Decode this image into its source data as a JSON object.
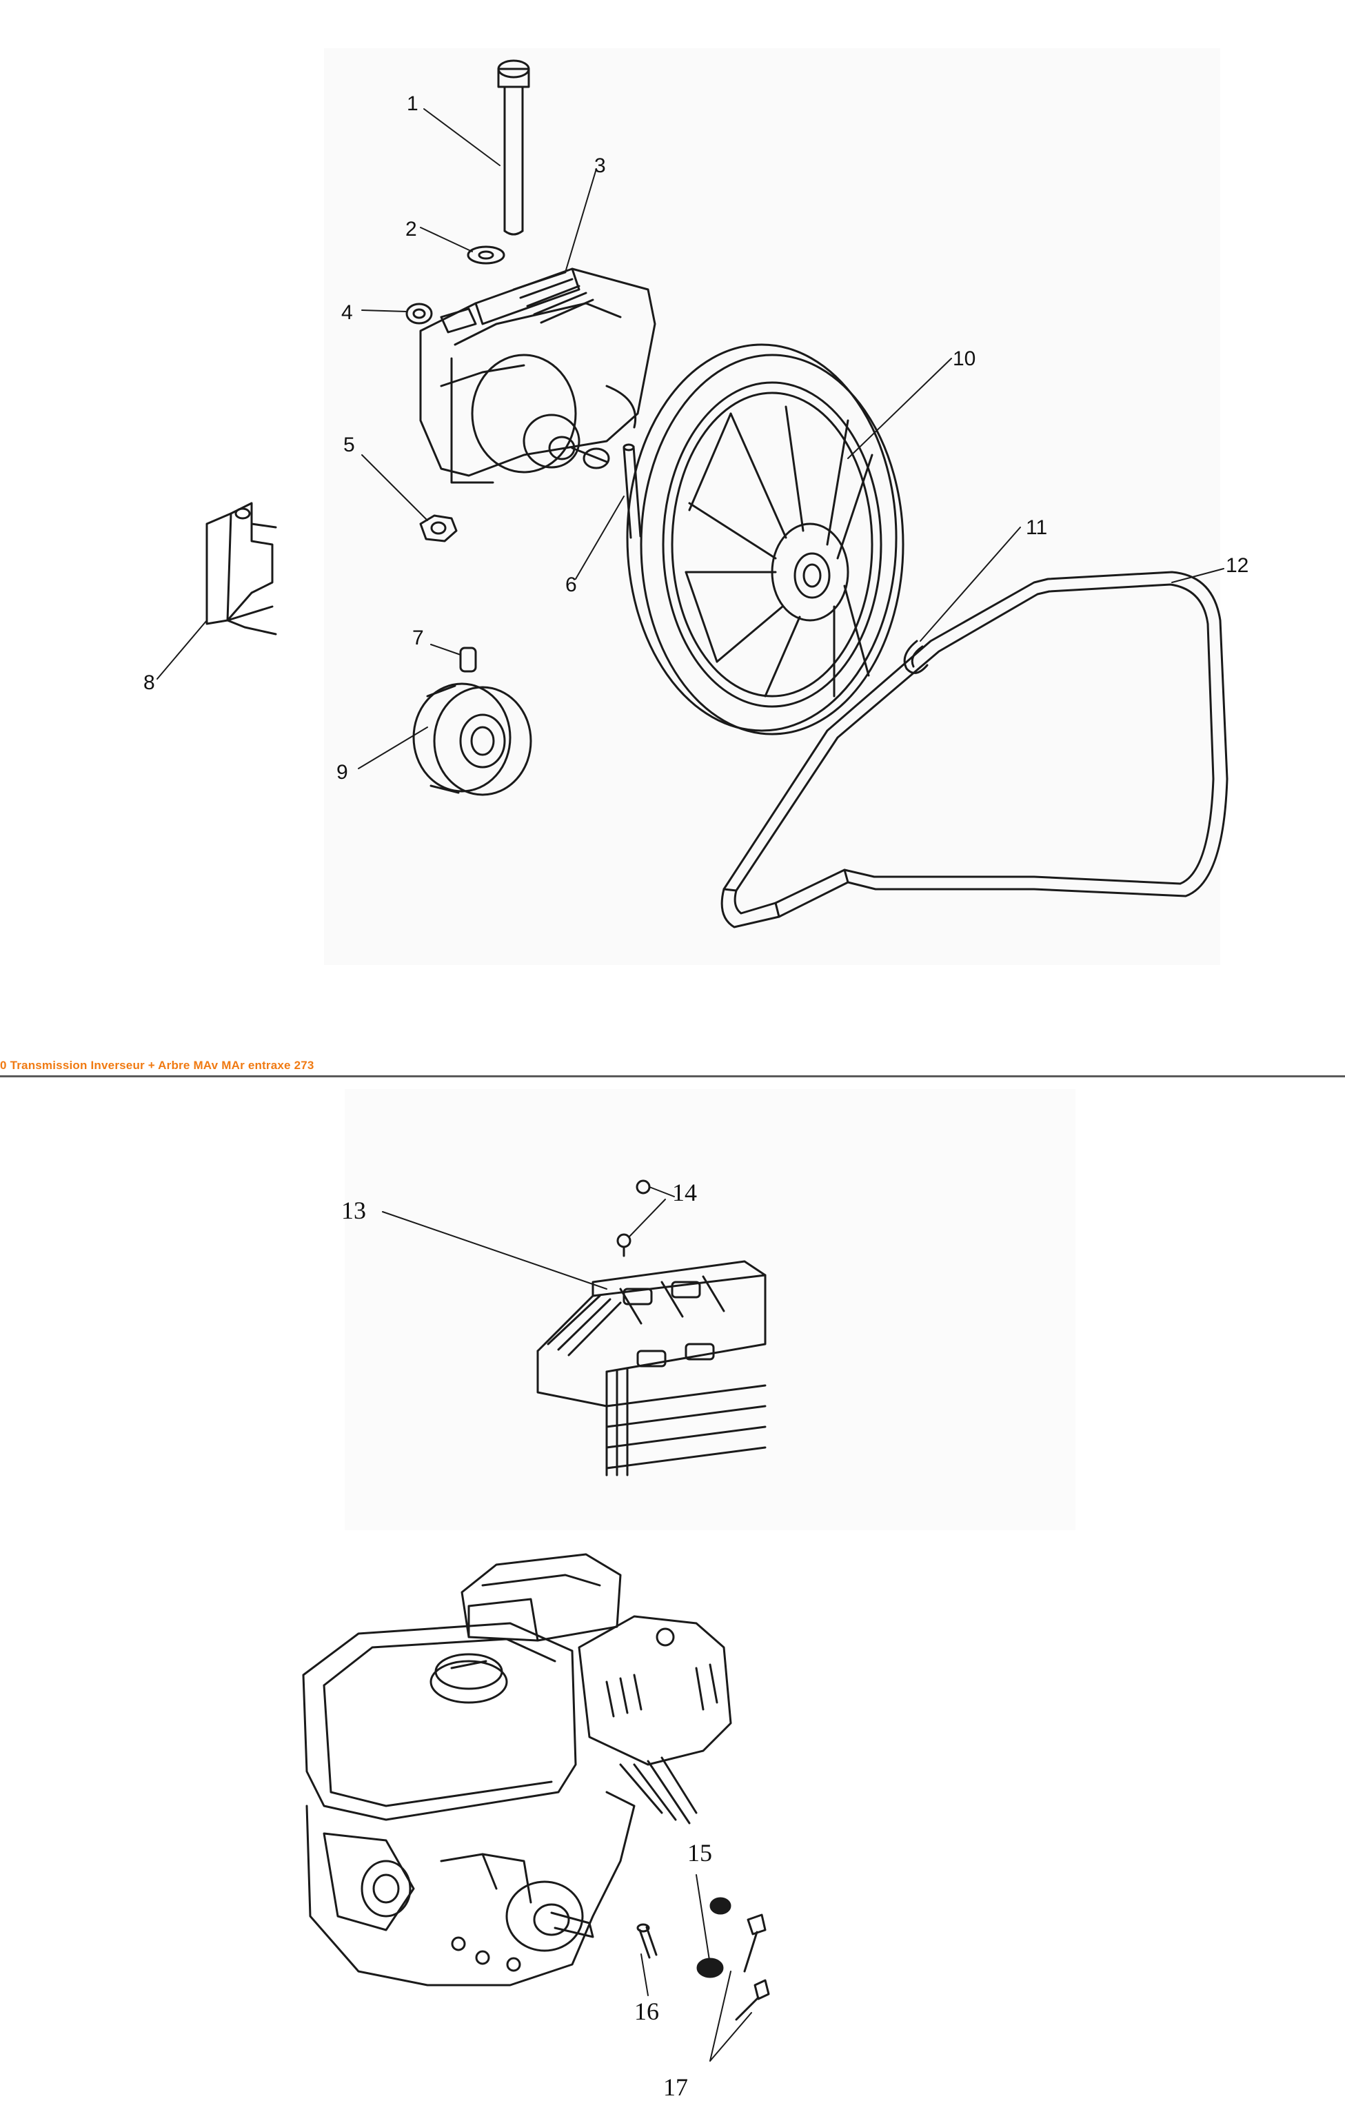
{
  "section": {
    "title": "0 Transmission Inverseur + Arbre MAv  MAr entraxe 273"
  },
  "diagram_top": {
    "callouts": [
      "1",
      "2",
      "3",
      "4",
      "5",
      "6",
      "7",
      "8",
      "9",
      "10",
      "11",
      "12"
    ]
  },
  "diagram_bottom": {
    "callouts": [
      "13",
      "14",
      "15",
      "16",
      "17"
    ]
  },
  "colors": {
    "accent": "#f07a12",
    "line": "#1a1a1a",
    "divider": "#5a5a5a"
  }
}
